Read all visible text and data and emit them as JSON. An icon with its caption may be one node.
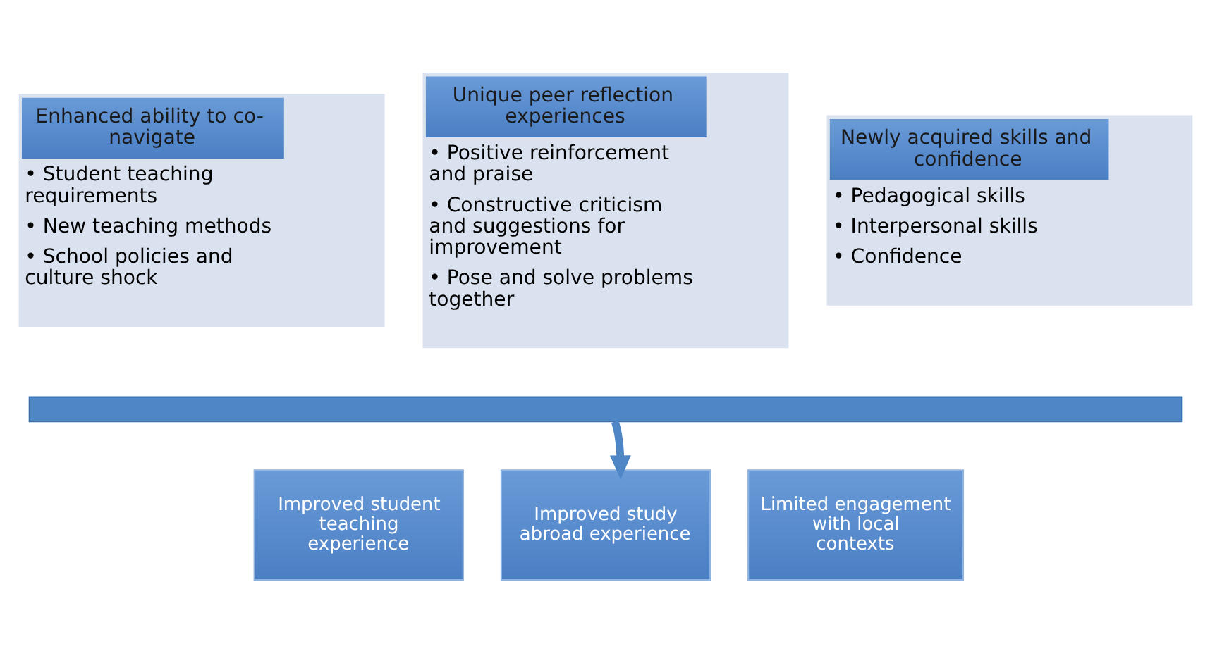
{
  "diagram": {
    "nodes": [
      {
        "text": [
          "Enhanced ability to co-navigate",
          "• Student teaching requirements",
          "• New teaching methods",
          "• School policies and culture shock"
        ]
      },
      {
        "text": [
          "Unique peer reflection experiences",
          "• Positive reinforcement and praise",
          "• Constructive criticism and suggestions for improvement",
          "• Pose and solve problems together"
        ]
      },
      {
        "text": [
          "Newly acquired skills and confidence",
          "• Pedagogical skills",
          "• Interpersonal skills",
          "• Confidence"
        ]
      },
      {
        "text": [],
        "shape": "bar"
      },
      {
        "text": [
          "Improved student teaching experience"
        ]
      },
      {
        "text": [
          "Improved study abroad experience"
        ]
      },
      {
        "text": [
          "Limited engagement with local contexts"
        ]
      }
    ],
    "edges": [
      {
        "from": 3,
        "to": 5,
        "arrow": "to"
      }
    ]
  }
}
